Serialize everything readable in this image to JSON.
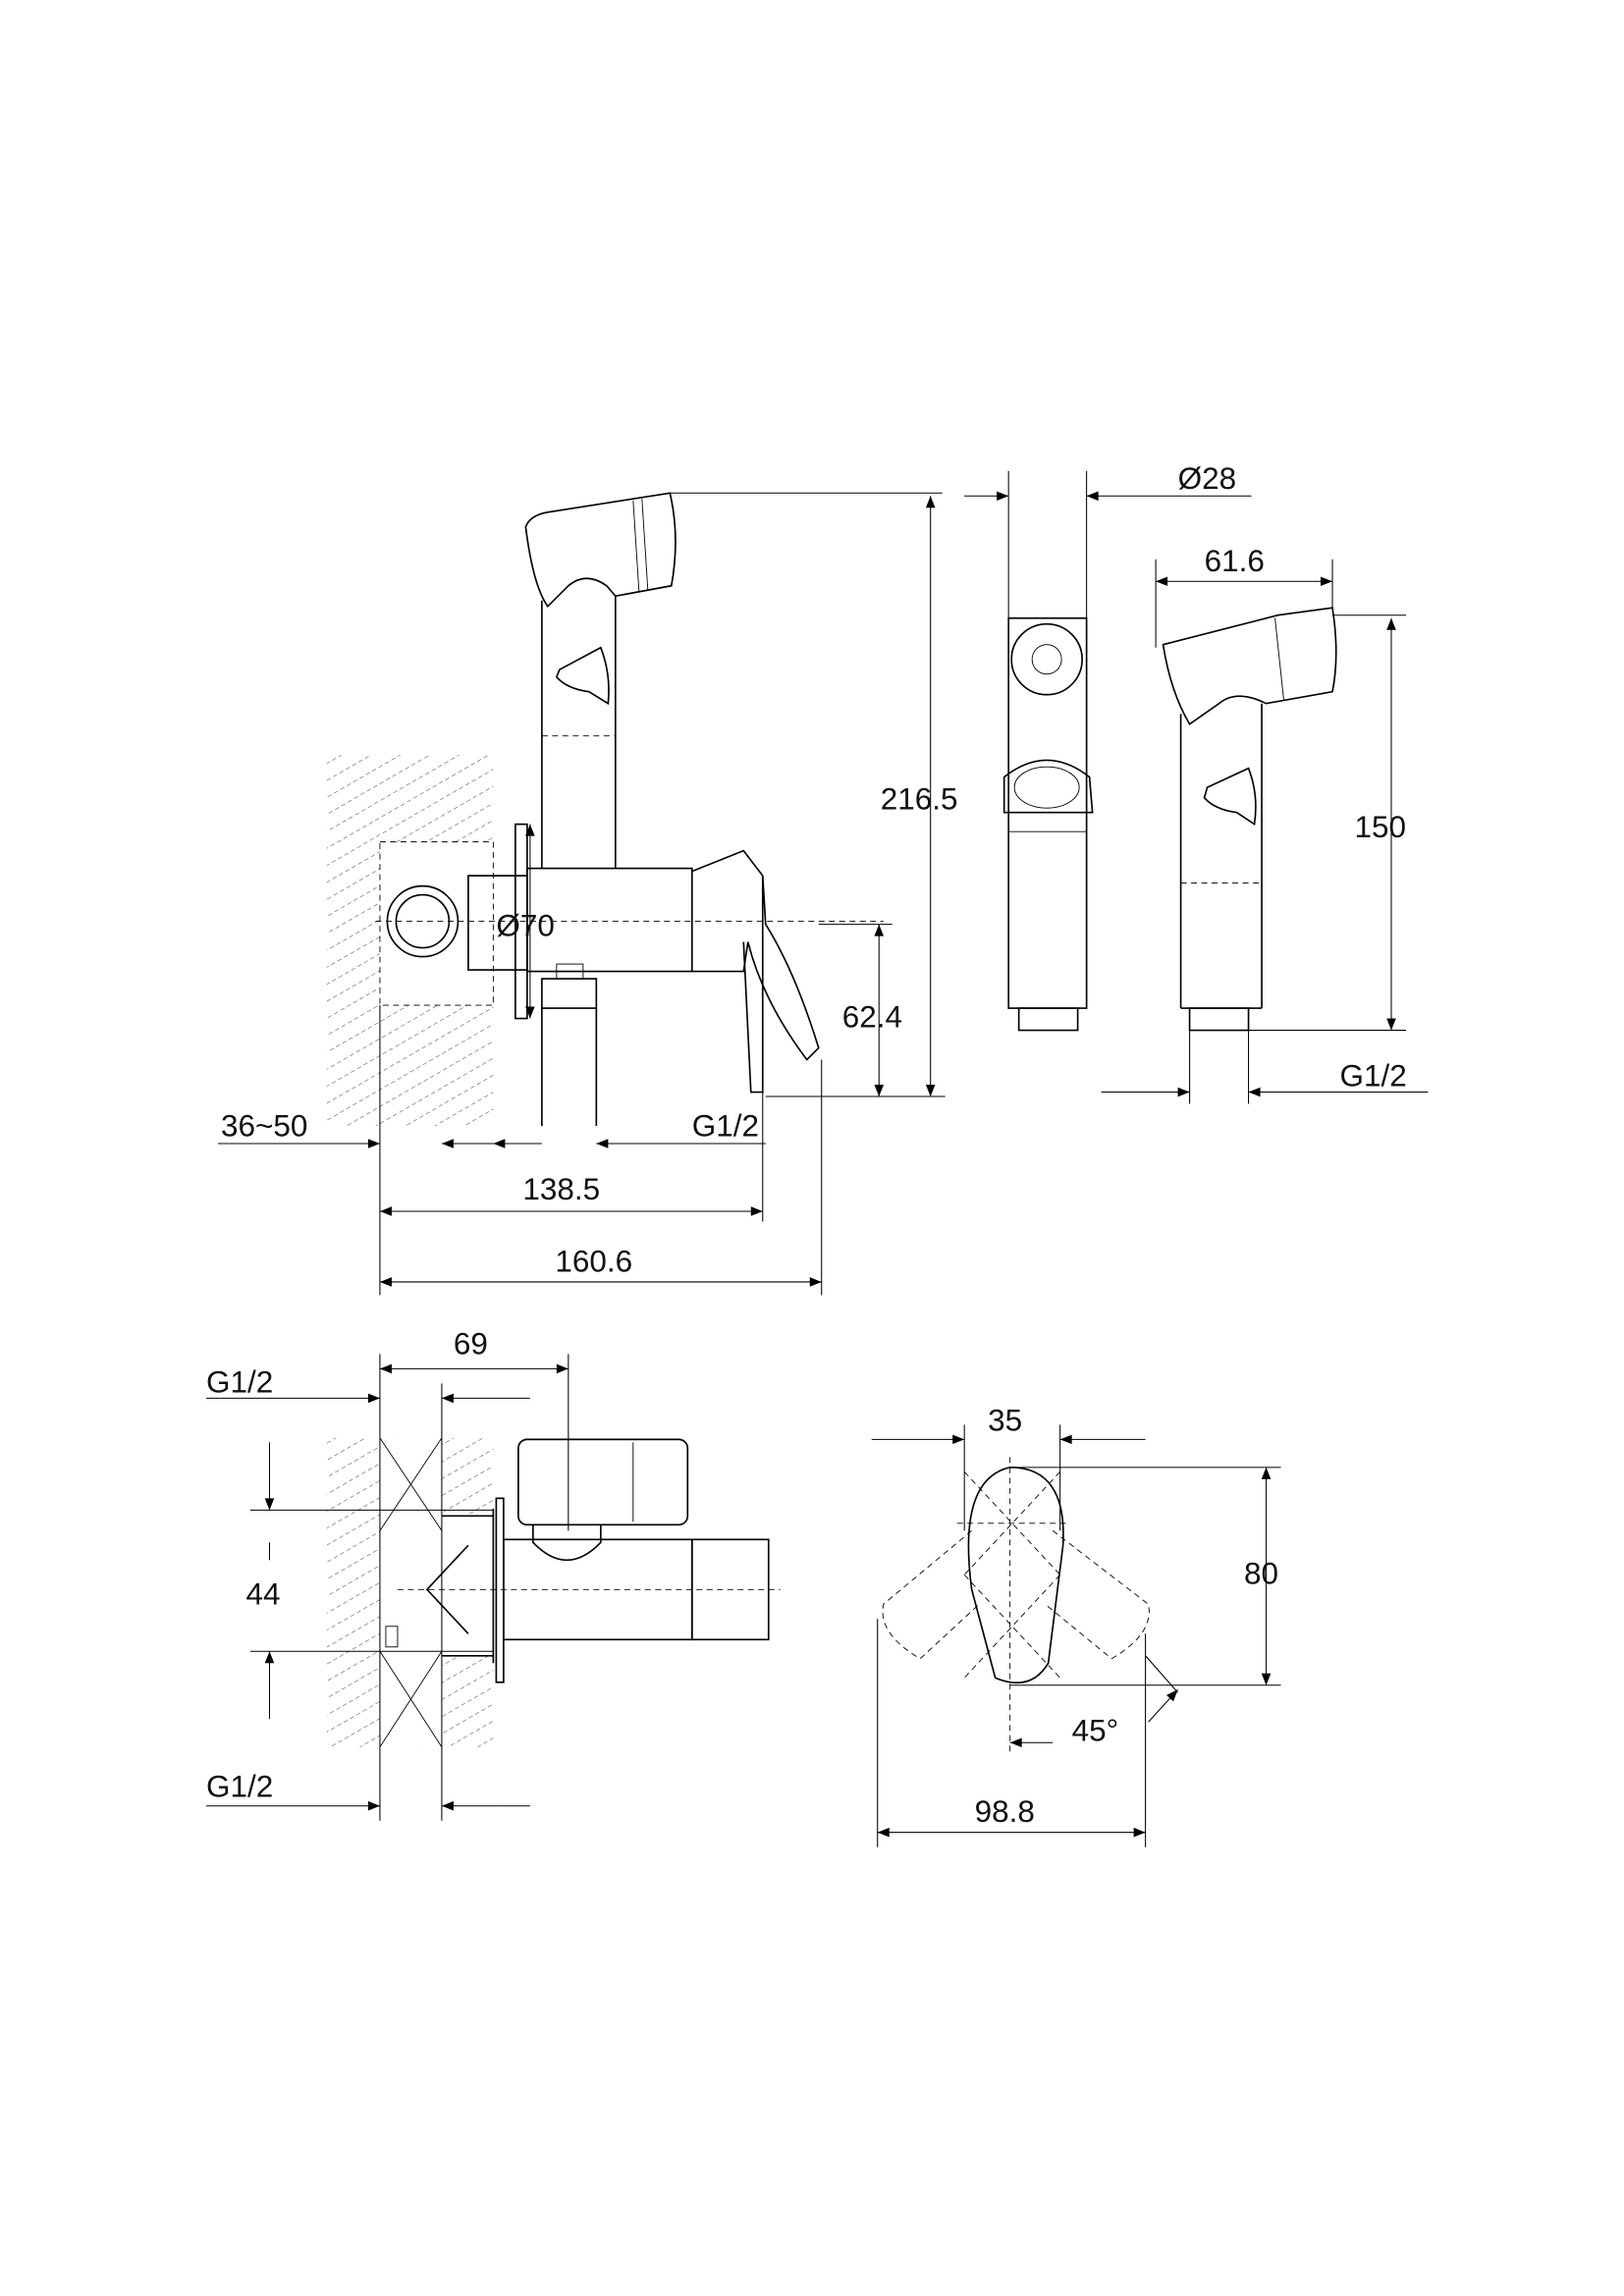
{
  "drawing": {
    "line_color": "#000000",
    "background": "#ffffff",
    "dimensions": {
      "shower_diameter": "Ø28",
      "total_height": "216.5",
      "head_length": "61.6",
      "shower_height": "150",
      "flange_diameter": "Ø70",
      "outlet_height": "62.4",
      "shower_thread": "G1/2",
      "wall_depth": "36~50",
      "outlet_thread": "G1/2",
      "depth_to_lever": "138.5",
      "total_depth": "160.6",
      "plan_offset": "69",
      "inlet_thread_top": "G1/2",
      "inlet_spacing": "44",
      "inlet_thread_bottom": "G1/2",
      "lever_width": "35",
      "lever_height": "80",
      "lever_angle": "45°",
      "lever_swing_width": "98.8"
    }
  }
}
